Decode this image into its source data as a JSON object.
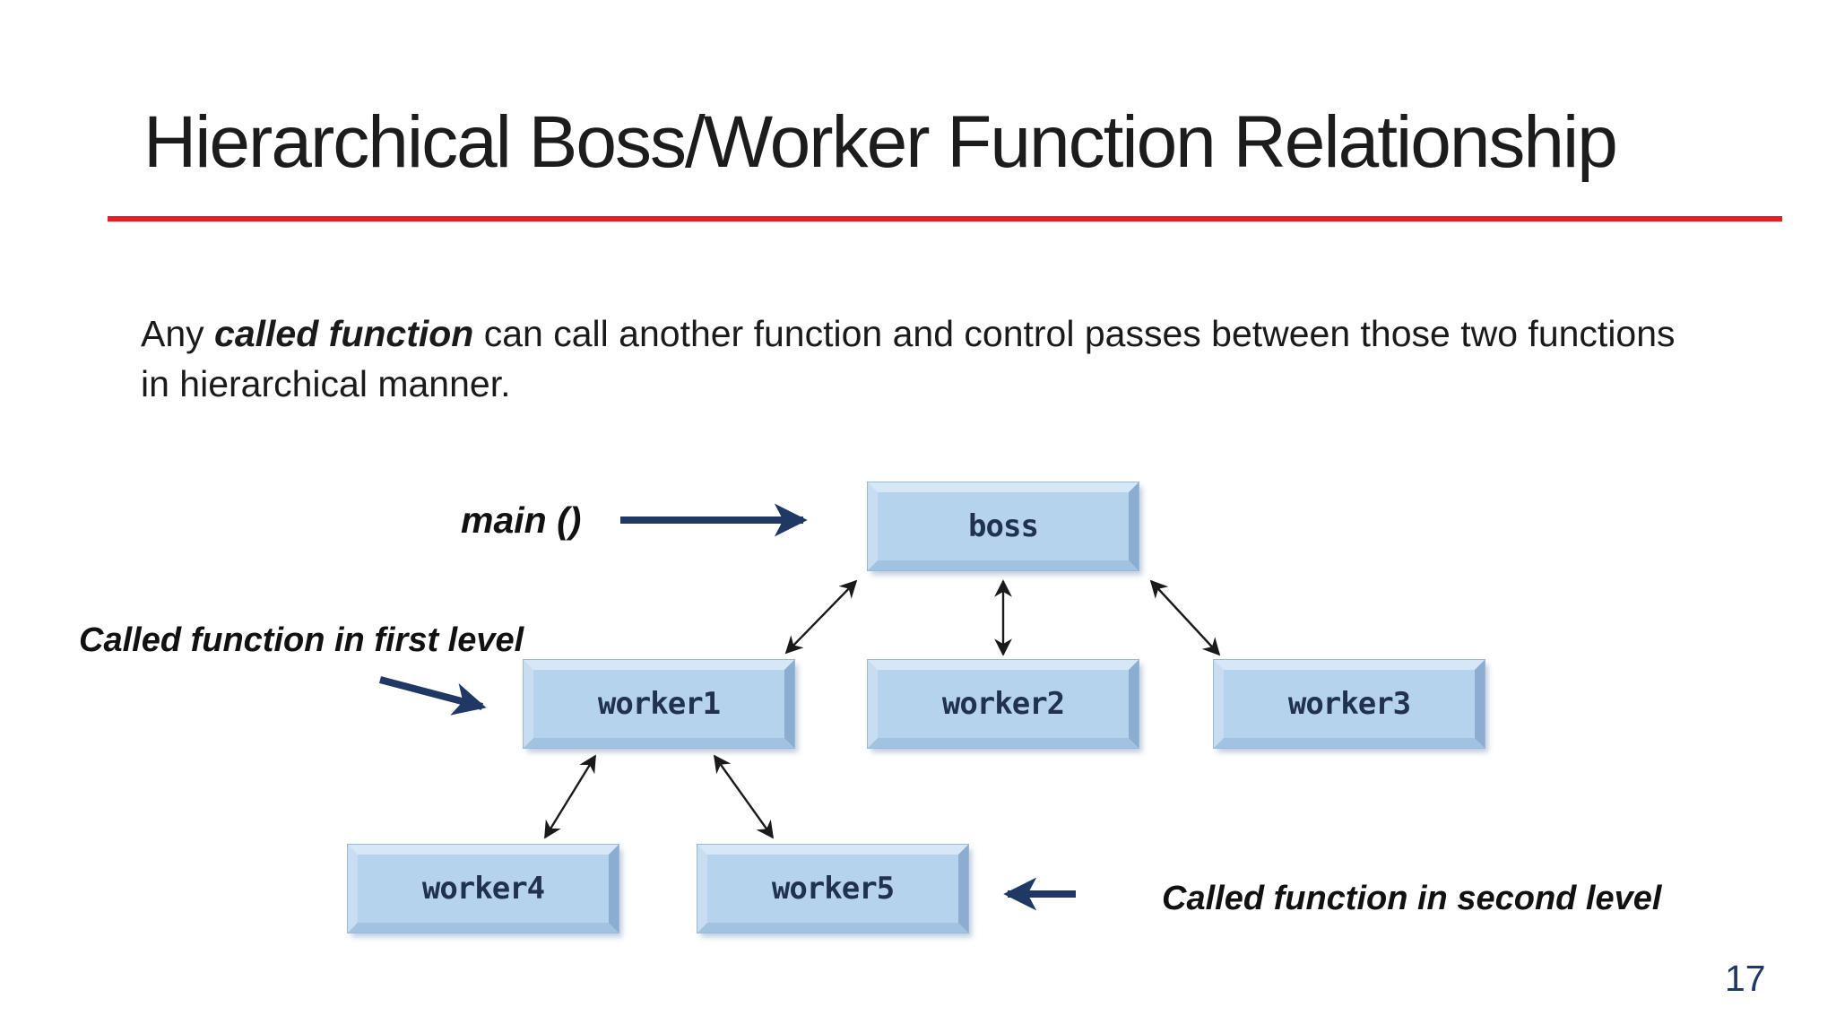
{
  "slide": {
    "title": "Hierarchical Boss/Worker Function Relationship",
    "body": {
      "pre": "Any ",
      "emphasis": "called function",
      "line1_rest": " can call another function and control passes between those two functions",
      "line2": "in hierarchical manner."
    },
    "page_number": "17"
  },
  "diagram": {
    "nodes": [
      {
        "id": "boss",
        "label": "boss"
      },
      {
        "id": "worker1",
        "label": "worker1"
      },
      {
        "id": "worker2",
        "label": "worker2"
      },
      {
        "id": "worker3",
        "label": "worker3"
      },
      {
        "id": "worker4",
        "label": "worker4"
      },
      {
        "id": "worker5",
        "label": "worker5"
      }
    ],
    "edges": [
      {
        "from": "boss",
        "to": "worker1",
        "style": "double-headed"
      },
      {
        "from": "boss",
        "to": "worker2",
        "style": "double-headed"
      },
      {
        "from": "boss",
        "to": "worker3",
        "style": "double-headed"
      },
      {
        "from": "worker1",
        "to": "worker4",
        "style": "double-headed"
      },
      {
        "from": "worker1",
        "to": "worker5",
        "style": "double-headed"
      }
    ],
    "annotations": [
      {
        "label": "main ()",
        "points_to": "boss",
        "arrow_direction": "right"
      },
      {
        "label": "Called function in first level",
        "points_to": "worker1",
        "arrow_direction": "down-right"
      },
      {
        "label": "Called function in second level",
        "points_to": "worker5",
        "arrow_direction": "left"
      }
    ]
  },
  "colors": {
    "accent_red": "#EA1B22",
    "annotation_arrow_navy": "#1F3864",
    "edge_black": "#1a1a1a",
    "node_fill": "#b6d3ee",
    "node_label": "#20324f",
    "page_number_navy": "#1F3864"
  }
}
